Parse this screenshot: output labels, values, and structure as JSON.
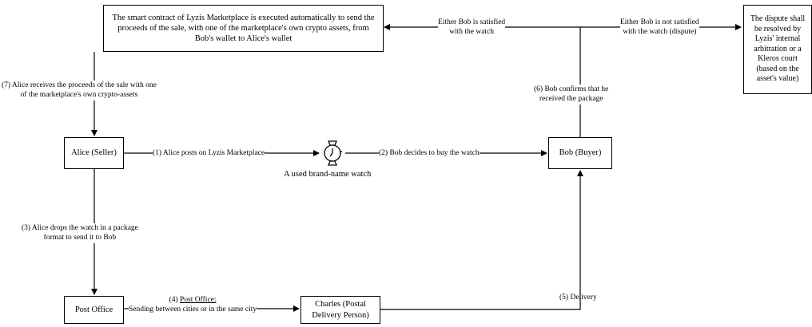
{
  "nodes": {
    "contract": "The smart contract of Lyzis Marketplace is executed automatically to send the proceeds of the sale, with one of the marketplace's own crypto assets, from Bob's wallet to Alice's wallet",
    "alice": "Alice (Seller)",
    "bob": "Bob (Buyer)",
    "post_office": "Post Office",
    "charles": "Charles (Postal Delivery Person)",
    "dispute": "The dispute shall be resolved by Lyzis' internal arbitration or a Kleros court (based on the asset's value)",
    "watch_caption": "A used brand-name watch"
  },
  "edges": {
    "step1": "(1) Alice posts on Lyzis Marketplace",
    "step2": "(2) Bob decides to buy the watch",
    "step3_line1": "(3) Alice drops the watch in a package",
    "step3_line2": "format to send it to Bob",
    "step4_num": "(4)",
    "step4_title": "Post Office:",
    "step4_line2": "Sending between cities or in the same city",
    "step5": "(5) Delivery",
    "step6_line1": "(6) Bob confirms that he",
    "step6_line2": "received the package",
    "step7_line1": "(7) Alice receives the proceeds of the sale with one",
    "step7_line2": "of the marketplace's own crypto-assets",
    "satisfied_line1": "Either Bob is satisfied",
    "satisfied_line2": "with the watch",
    "not_satisfied_line1": "Either Bob is not satisfied",
    "not_satisfied_line2": "with the watch (dispute)"
  },
  "icons": {
    "watch": "watch-icon"
  }
}
